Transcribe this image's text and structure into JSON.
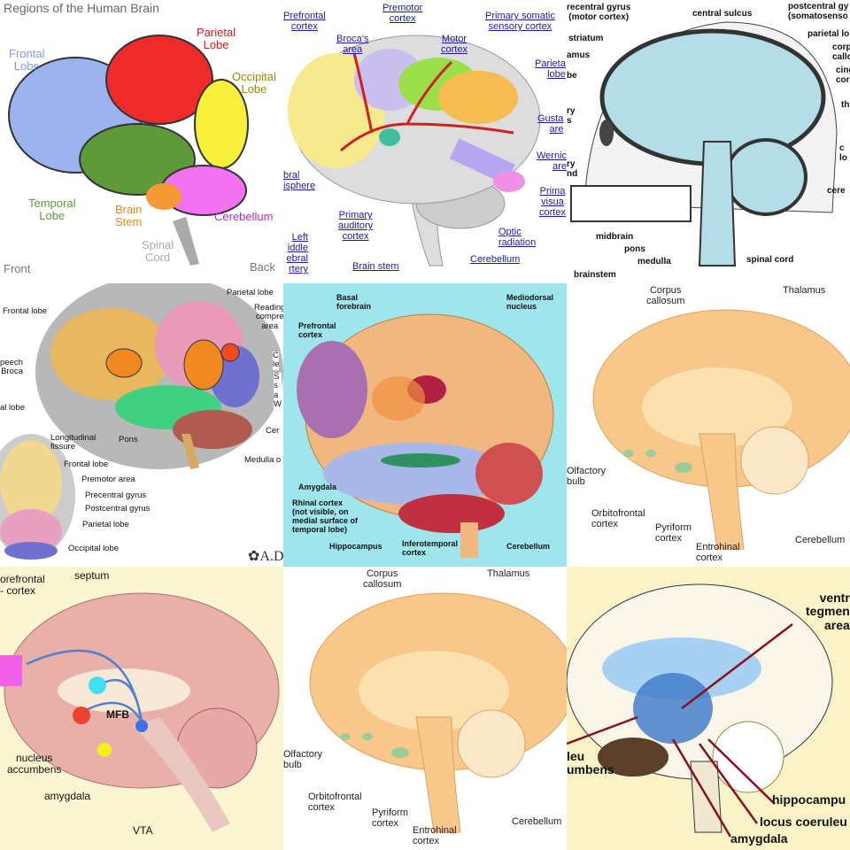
{
  "tiles": [
    {
      "title": "Regions of the Human Brain",
      "labels": [
        "Frontal\nLobe",
        "Parietal\nLobe",
        "Occipital\nLobe",
        "Temporal\nLobe",
        "Brain\nStem",
        "Cerebellum",
        "Spinal\nCord",
        "Front",
        "Back"
      ],
      "colors": {
        "frontal": "#9db3f0",
        "parietal": "#ef2a2a",
        "occipital": "#f7ef3a",
        "temporal": "#5e9a3a",
        "stem": "#f59a36",
        "cerebellum": "#f272f2"
      }
    },
    {
      "labels": [
        "Prefrontal\ncortex",
        "Premotor\ncortex",
        "Broca's\narea",
        "Motor\ncortex",
        "Primary somatic\nsensory cortex",
        "Parieta\nlobe",
        "Gusta\nare",
        "Wernic\nare",
        "Prima\nvisua\ncortex",
        "Optic\nradiation",
        "Cerebellum",
        "Brain stem",
        "Primary\nauditory\ncortex",
        "bral\nisphere",
        "Left\niddle\nebral\nrtery"
      ]
    },
    {
      "labels": [
        "recentral gyrus\n(motor cortex)",
        "central sulcus",
        "postcentral gy\n(somatosenso",
        "striatum",
        "parietal lo",
        "amus",
        "corp\ncallo",
        "be",
        "cing\ncor",
        "th",
        "ry\ns",
        "ry\nnd",
        "c\nlo",
        "cere",
        "midbrain",
        "pons",
        "medulla",
        "brainstem",
        "spinal cord"
      ]
    },
    {
      "labels": [
        "Parietal lobe",
        "Frontal lobe",
        "Reading\ncompre\narea",
        "peech\nBroca",
        "C\nle",
        "S\ns\na\nW",
        "al lobe",
        "Pons",
        "Cer",
        "Medulla o",
        "Longitudinal\nfissure",
        "Frontal lobe",
        "Premotor area",
        "Precentral gyrus",
        "Postcentral gyrus",
        "Parietal lobe",
        "Occipital lobe"
      ],
      "logo": "A.D"
    },
    {
      "labels": [
        "Basal\nforebrain",
        "Mediodorsal\nnucleus",
        "Prefrontal\ncortex",
        "Amygdala",
        "Rhinal cortex\n(not visible, on\nmedial surface of\ntemporal lobe)",
        "Hippocampus",
        "Inferotemporal\ncortex",
        "Cerebellum"
      ]
    },
    {
      "labels": [
        "Corpus\ncallosum",
        "Thalamus",
        "Olfactory\nbulb",
        "Orbitofrontal\ncortex",
        "Pyriform\ncortex",
        "Entrohinal\ncortex",
        "Cerebellum"
      ]
    },
    {
      "labels": [
        "orefrontal\n- cortex",
        "septum",
        "MFB",
        "nucleus\naccumbens",
        "amygdala",
        "VTA"
      ]
    },
    {
      "labels": [
        "Corpus\ncallosum",
        "Thalamus",
        "Olfactory\nbulb",
        "Orbitofrontal\ncortex",
        "Pyriform\ncortex",
        "Entrohinal\ncortex",
        "Cerebellum"
      ]
    },
    {
      "labels": [
        "ventr\ntegmen\narea",
        "leu\numbens",
        "hippocampu",
        "locus coeruleu",
        "amygdala"
      ]
    }
  ]
}
